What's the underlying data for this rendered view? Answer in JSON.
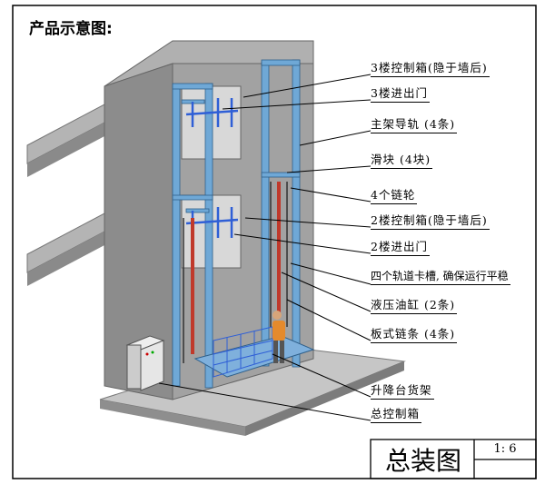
{
  "title": "产品示意图:",
  "labels": [
    "3楼控制箱(隐于墙后)",
    "3楼进出门",
    "主架导轨 (4条)",
    "滑块 (4块)",
    "4个链轮",
    "2楼控制箱(隐于墙后)",
    "2楼进出门",
    "四个轨道卡槽, 确保运行平稳",
    "液压油缸 (2条)",
    "板式链条 (4条)",
    "升降台货架",
    "总控制箱"
  ],
  "title_block": {
    "name": "总装图",
    "scale": "1: 6"
  },
  "colors": {
    "frame": "#6fa8d6",
    "wall": "#9a9a9a",
    "cylinder": "#c0392b"
  }
}
